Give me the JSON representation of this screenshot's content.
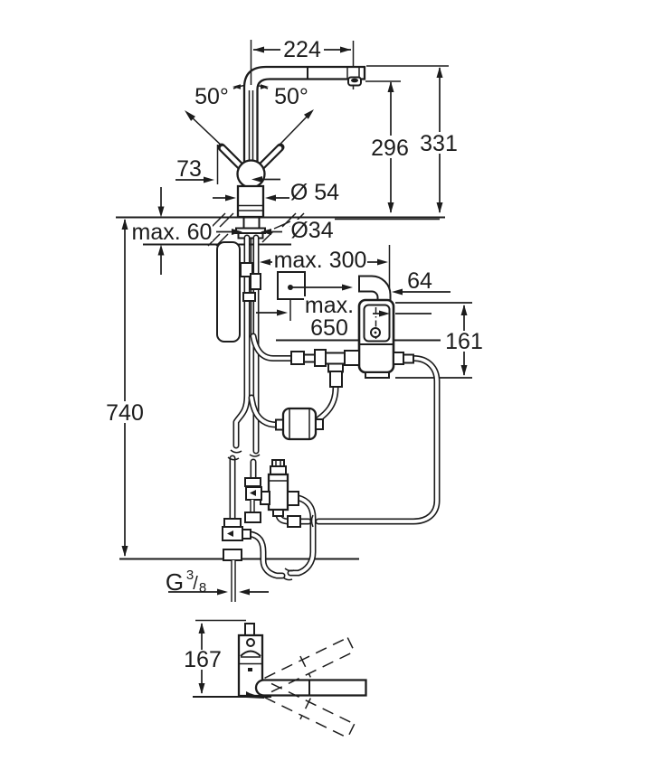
{
  "diagram": {
    "background": "#ffffff",
    "line_color": "#1c1c1c",
    "labels": {
      "spout_reach": "224",
      "swivel_left": "50°",
      "swivel_right": "50°",
      "lever_offset": "73",
      "spout_height": "296",
      "total_height": "331",
      "base_diameter": "Ø 54",
      "hole_diameter": "Ø34",
      "deck_thickness": "max. 60",
      "supply_offset": "max. 300",
      "box_offset": "64",
      "hose_length_line1": "max.",
      "hose_length_line2": "650",
      "box_height": "161",
      "under_deck_height": "740",
      "thread_prefix": "G",
      "thread_numerator": "3",
      "thread_slash": "/",
      "thread_denominator": "8",
      "plan_height": "167"
    }
  }
}
